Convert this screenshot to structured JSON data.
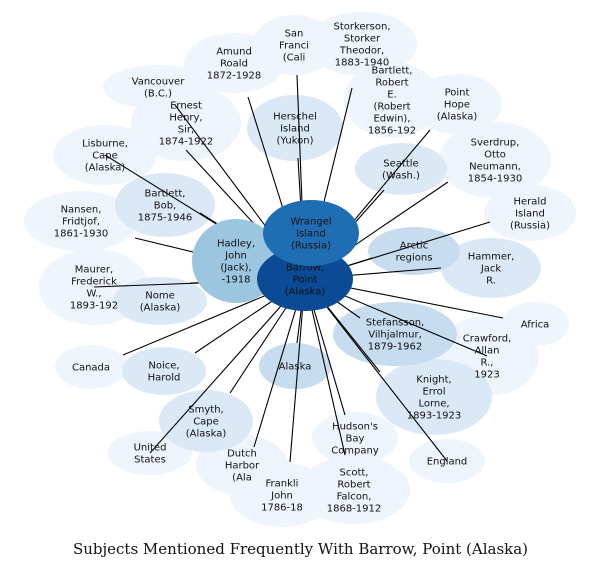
{
  "title": "Subjects Mentioned Frequently With Barrow, Point (Alaska)",
  "colors": {
    "center": "#0b4a94",
    "wrangel": "#1f6db2",
    "strong": "#9cc6e0",
    "medium": "#c7dcef",
    "light": "#dbe9f6",
    "faint": "#eef5fc",
    "edge": "#000000",
    "text": "#111111",
    "text_on_dark": "#ffffff"
  },
  "center_node": {
    "name": "barrow-point-alaska",
    "lines": [
      "Barrow,",
      "Point",
      "(Alaska)"
    ]
  },
  "nodes": [
    {
      "name": "node-storkerson-storker",
      "lines": [
        "Storkerson,",
        "Storker",
        "Theodor,",
        "1883-1940"
      ],
      "tone": "faint"
    },
    {
      "name": "node-bartlett-robert",
      "lines": [
        "Bartlett,",
        "Robert",
        "E.",
        "(Robert",
        "Edwin),",
        "1856-192"
      ],
      "tone": "faint"
    },
    {
      "name": "node-point-hope",
      "lines": [
        "Point",
        "Hope",
        "(Alaska)"
      ],
      "tone": "faint"
    },
    {
      "name": "node-sverdrup-otto",
      "lines": [
        "Sverdrup,",
        "Otto",
        "Neumann,",
        "1854-1930"
      ],
      "tone": "faint"
    },
    {
      "name": "node-herald-island",
      "lines": [
        "Herald",
        "Island",
        "(Russia)"
      ],
      "tone": "faint"
    },
    {
      "name": "node-hammer-jack",
      "lines": [
        "Hammer,",
        "Jack",
        "R."
      ],
      "tone": "light"
    },
    {
      "name": "node-africa",
      "lines": [
        "Africa"
      ],
      "tone": "faint"
    },
    {
      "name": "node-crawford-allan",
      "lines": [
        "Crawford,",
        "Allan",
        "R.,",
        "1923"
      ],
      "tone": "faint"
    },
    {
      "name": "node-england",
      "lines": [
        "England"
      ],
      "tone": "faint"
    },
    {
      "name": "node-knight-errol",
      "lines": [
        "Knight,",
        "Errol",
        "Lorne,",
        "1893-1923"
      ],
      "tone": "light"
    },
    {
      "name": "node-scott-robert",
      "lines": [
        "Scott,",
        "Robert",
        "Falcon,",
        "1868-1912"
      ],
      "tone": "faint"
    },
    {
      "name": "node-hudsons-bay",
      "lines": [
        "Hudson's",
        "Bay",
        "Company"
      ],
      "tone": "faint"
    },
    {
      "name": "node-franklin-john",
      "lines": [
        "Frankli",
        "John",
        "1786-18"
      ],
      "tone": "faint"
    },
    {
      "name": "node-dutch-harbor",
      "lines": [
        "Dutch",
        "Harbor",
        "(Ala"
      ],
      "tone": "faint"
    },
    {
      "name": "node-united-states",
      "lines": [
        "United",
        "States"
      ],
      "tone": "faint"
    },
    {
      "name": "node-smyth-cape",
      "lines": [
        "Smyth,",
        "Cape",
        "(Alaska)"
      ],
      "tone": "light"
    },
    {
      "name": "node-canada",
      "lines": [
        "Canada"
      ],
      "tone": "faint"
    },
    {
      "name": "node-noice-harold",
      "lines": [
        "Noice,",
        "Harold"
      ],
      "tone": "light"
    },
    {
      "name": "node-maurer-frederick",
      "lines": [
        "Maurer,",
        "Frederick",
        "W.,",
        "1893-192"
      ],
      "tone": "faint"
    },
    {
      "name": "node-nome",
      "lines": [
        "Nome",
        "(Alaska)"
      ],
      "tone": "light"
    },
    {
      "name": "node-nansen-fridtjof",
      "lines": [
        "Nansen,",
        "Fridtjof,",
        "1861-1930"
      ],
      "tone": "faint"
    },
    {
      "name": "node-lisburne-cape",
      "lines": [
        "Lisburne,",
        "Cape",
        "(Alaska)"
      ],
      "tone": "faint"
    },
    {
      "name": "node-bartlett-bob",
      "lines": [
        "Bartlett,",
        "Bob,",
        "1875-1946"
      ],
      "tone": "light"
    },
    {
      "name": "node-shackleton-ernest",
      "lines": [
        "Ernest",
        "Henry,",
        "Sir,",
        "1874-1922"
      ],
      "tone": "faint"
    },
    {
      "name": "node-vancouver",
      "lines": [
        "Vancouver",
        "(B.C.)"
      ],
      "tone": "faint"
    },
    {
      "name": "node-amundsen-roald",
      "lines": [
        "Amund",
        "Roald",
        "1872-1928"
      ],
      "tone": "faint"
    },
    {
      "name": "node-san-francisco",
      "lines": [
        "San",
        "Franci",
        "(Cali"
      ],
      "tone": "faint"
    },
    {
      "name": "node-herschel-island",
      "lines": [
        "Herschel",
        "Island",
        "(Yukon)"
      ],
      "tone": "light"
    },
    {
      "name": "node-seattle",
      "lines": [
        "Seattle",
        "(Wash.)"
      ],
      "tone": "light"
    },
    {
      "name": "node-arctic-regions",
      "lines": [
        "Arctic",
        "regions"
      ],
      "tone": "medium"
    },
    {
      "name": "node-stefansson-vilhjalmur",
      "lines": [
        "Stefansson,",
        "Vilhjalmur,",
        "1879-1962"
      ],
      "tone": "medium"
    },
    {
      "name": "node-alaska",
      "lines": [
        "Alaska"
      ],
      "tone": "medium"
    },
    {
      "name": "node-hadley-john",
      "lines": [
        "Hadley,",
        "John",
        "(Jack),",
        "-1918"
      ],
      "tone": "strong"
    },
    {
      "name": "node-wrangel-island",
      "lines": [
        "Wrangel",
        "Island",
        "(Russia)"
      ],
      "tone": "wrangel"
    }
  ]
}
